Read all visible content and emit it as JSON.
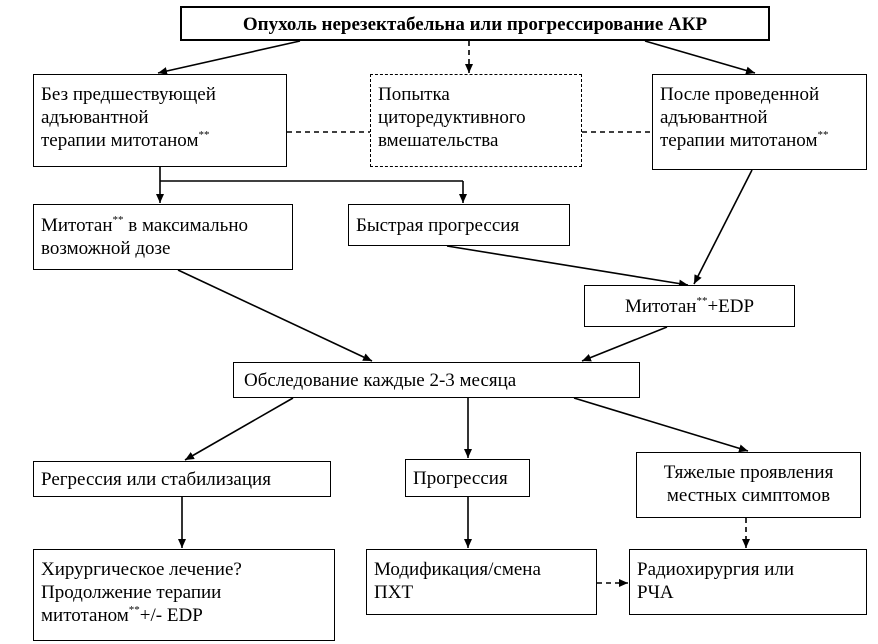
{
  "nodes": {
    "title": {
      "lines": [
        "Опухоль нерезектабельна или прогрессирование АКР"
      ]
    },
    "no_adjuvant": {
      "lines": [
        "Без предшествующей",
        "адъювантной",
        "терапии митотаном"
      ],
      "sup_last": "**"
    },
    "cytoreduction": {
      "lines": [
        "Попытка",
        "циторедуктивного",
        "вмешательства"
      ]
    },
    "after_adjuvant": {
      "lines": [
        "После проведенной",
        "адъювантной",
        "терапии митотаном"
      ],
      "sup_last": "**"
    },
    "mitotane_max": {
      "lines": [
        "в максимально",
        "возможной дозе"
      ],
      "pre1": "Митотан",
      "sup1": "**"
    },
    "rapid_progression": {
      "lines": [
        "Быстрая прогрессия"
      ]
    },
    "mitotane_edp": {
      "pre": "Митотан",
      "sup": "**",
      "post": "+EDP"
    },
    "followup": {
      "lines": [
        "Обследование каждые 2-3 месяца"
      ]
    },
    "regression": {
      "lines": [
        "Регрессия или стабилизация"
      ]
    },
    "progression": {
      "lines": [
        "Прогрессия"
      ]
    },
    "local_symptoms": {
      "lines": [
        "Тяжелые проявления",
        "местных симптомов"
      ]
    },
    "surgery": {
      "lines": [
        "Хирургическое лечение?",
        "Продолжение терапии"
      ],
      "pre3": "митотаном",
      "sup3": "**",
      "post3": "+/- EDP"
    },
    "chemo_change": {
      "lines": [
        "Модификация/смена",
        "ПХТ"
      ]
    },
    "radiosurgery": {
      "lines": [
        "Радиохирургия или",
        "РЧА"
      ]
    }
  },
  "colors": {
    "stroke": "#000000",
    "background": "#ffffff"
  }
}
